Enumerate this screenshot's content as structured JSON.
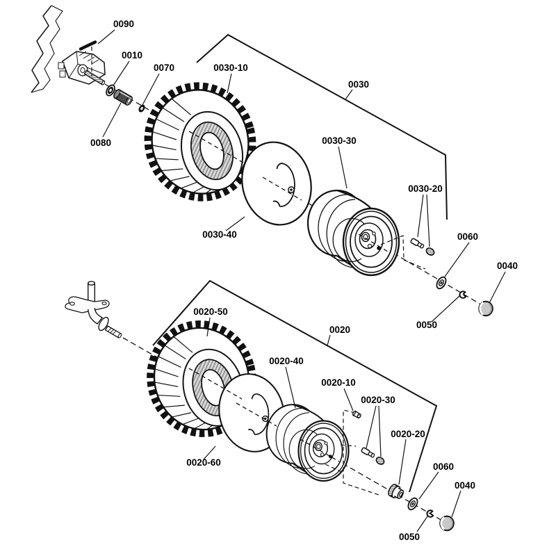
{
  "figure": {
    "type": "exploded-parts-diagram",
    "description": "Wheel and tire exploded view, two axle assemblies",
    "background": "#ffffff",
    "ink": "#111111",
    "gray_fill": "#c8c8c8",
    "hatch_gray": "#8e8e8e"
  },
  "callouts": {
    "c0090": "0090",
    "c0010": "0010",
    "c0070": "0070",
    "c0080": "0080",
    "c0030_10": "0030-10",
    "c0030": "0030",
    "c0030_30": "0030-30",
    "c0030_40": "0030-40",
    "c0030_20": "0030-20",
    "c0060": "0060",
    "c0040": "0040",
    "c0050": "0050",
    "c0020_50": "0020-50",
    "c0020": "0020",
    "c0020_40": "0020-40",
    "c0020_10": "0020-10",
    "c0020_30": "0020-30",
    "c0020_20": "0020-20",
    "c0020_60": "0020-60"
  },
  "assemblies": [
    {
      "group": "0030",
      "parts": [
        "0030-10",
        "0030-20",
        "0030-30",
        "0030-40"
      ]
    },
    {
      "group": "0020",
      "parts": [
        "0020-10",
        "0020-20",
        "0020-30",
        "0020-40",
        "0020-50",
        "0020-60"
      ]
    },
    {
      "shared_parts": [
        "0090",
        "0010",
        "0070",
        "0080",
        "0060",
        "0050",
        "0040"
      ]
    }
  ]
}
